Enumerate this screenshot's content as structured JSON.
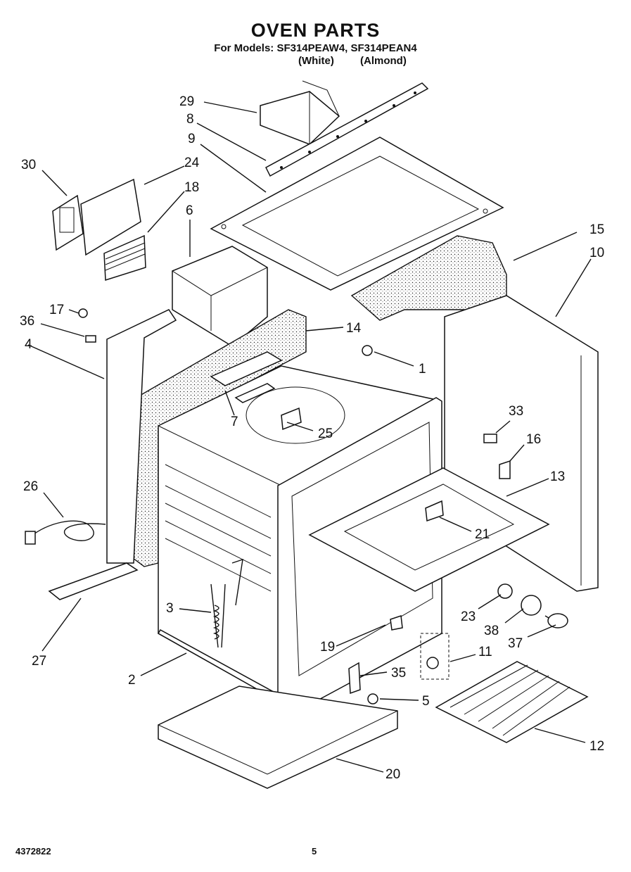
{
  "title": "OVEN PARTS",
  "models_line": "For Models: SF314PEAW4, SF314PEAN4",
  "variants": [
    "(White)",
    "(Almond)"
  ],
  "footer": {
    "doc_number": "4372822",
    "page": "5"
  },
  "callouts": [
    {
      "id": "c29",
      "text": "29"
    },
    {
      "id": "c8",
      "text": "8"
    },
    {
      "id": "c9",
      "text": "9"
    },
    {
      "id": "c30",
      "text": "30"
    },
    {
      "id": "c24",
      "text": "24"
    },
    {
      "id": "c18",
      "text": "18"
    },
    {
      "id": "c6",
      "text": "6"
    },
    {
      "id": "c15",
      "text": "15"
    },
    {
      "id": "c10",
      "text": "10"
    },
    {
      "id": "c17",
      "text": "17"
    },
    {
      "id": "c36",
      "text": "36"
    },
    {
      "id": "c14",
      "text": "14"
    },
    {
      "id": "c4",
      "text": "4"
    },
    {
      "id": "c1",
      "text": "1"
    },
    {
      "id": "c7",
      "text": "7"
    },
    {
      "id": "c25",
      "text": "25"
    },
    {
      "id": "c33",
      "text": "33"
    },
    {
      "id": "c16",
      "text": "16"
    },
    {
      "id": "c13",
      "text": "13"
    },
    {
      "id": "c26",
      "text": "26"
    },
    {
      "id": "c21",
      "text": "21"
    },
    {
      "id": "c27",
      "text": "27"
    },
    {
      "id": "c3",
      "text": "3"
    },
    {
      "id": "c23",
      "text": "23"
    },
    {
      "id": "c38",
      "text": "38"
    },
    {
      "id": "c19",
      "text": "19"
    },
    {
      "id": "c11",
      "text": "11"
    },
    {
      "id": "c37",
      "text": "37"
    },
    {
      "id": "c2",
      "text": "2"
    },
    {
      "id": "c35",
      "text": "35"
    },
    {
      "id": "c5",
      "text": "5"
    },
    {
      "id": "c12",
      "text": "12"
    },
    {
      "id": "c20",
      "text": "20"
    }
  ]
}
